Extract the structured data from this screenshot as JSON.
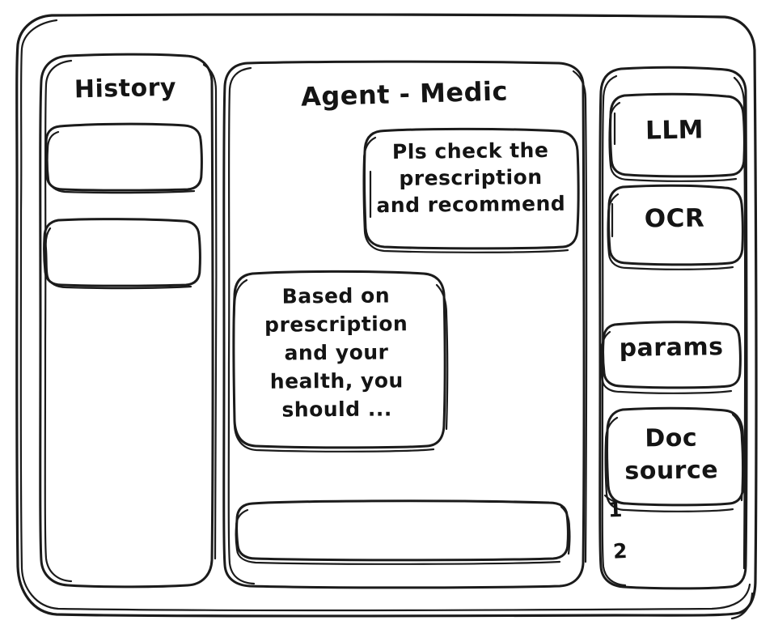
{
  "window": {
    "style": "hand-drawn-wireframe",
    "ink_color": "#1b1b1b",
    "background_color": "#ffffff"
  },
  "sidebar": {
    "title": "History",
    "items": [
      {
        "label": ""
      },
      {
        "label": ""
      }
    ]
  },
  "main": {
    "title": "Agent - Medic",
    "messages": [
      {
        "role": "user",
        "align": "right",
        "text": "Pls check the\nprescription\nand recommend"
      },
      {
        "role": "assistant",
        "align": "left",
        "text": "Based on\nprescription\nand your\nhealth, you\nshould ..."
      }
    ],
    "composer": {
      "value": "",
      "placeholder": ""
    }
  },
  "tools": {
    "items": [
      {
        "label": "LLM"
      },
      {
        "label": "OCR"
      },
      {
        "label": "params"
      },
      {
        "label": "Doc\nsource"
      }
    ],
    "doc_source_list": [
      {
        "label": "1"
      },
      {
        "label": "2"
      }
    ]
  }
}
